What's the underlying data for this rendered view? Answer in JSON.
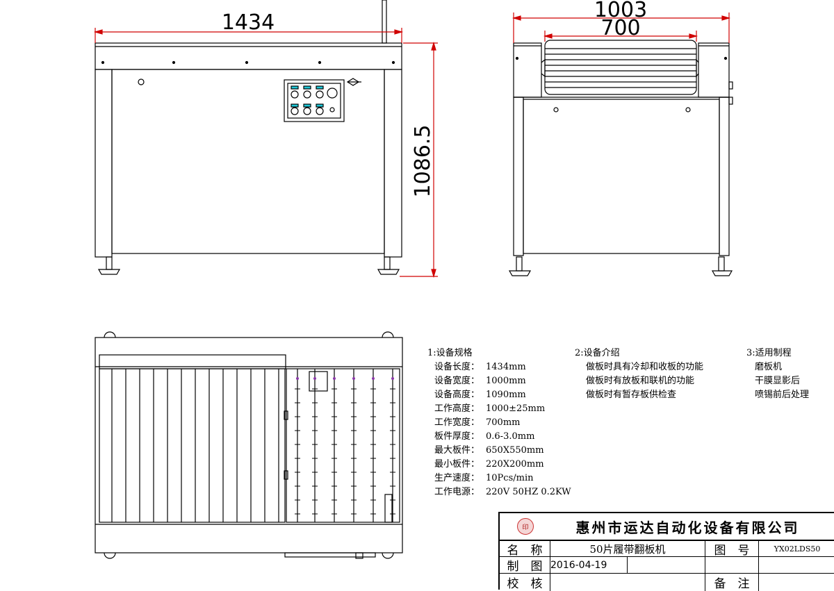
{
  "dimensions": {
    "front_width": "1434",
    "front_height": "1086.5",
    "side_width": "1003",
    "work_width": "700"
  },
  "notes": {
    "specs": {
      "heading": "1:设备规格",
      "items": [
        {
          "label": "设备长度：",
          "value": "1434mm"
        },
        {
          "label": "设备宽度：",
          "value": "1000mm"
        },
        {
          "label": "设备高度：",
          "value": "1090mm"
        },
        {
          "label": "工作高度：",
          "value": "1000±25mm"
        },
        {
          "label": "工作宽度：",
          "value": "700mm"
        },
        {
          "label": "板件厚度：",
          "value": "0.6-3.0mm"
        },
        {
          "label": "最大板件：",
          "value": "650X550mm"
        },
        {
          "label": "最小板件：",
          "value": "220X200mm"
        },
        {
          "label": "生产速度：",
          "value": "10Pcs/min"
        },
        {
          "label": "工作电源：",
          "value": "220V  50HZ  0.2KW"
        }
      ]
    },
    "intro": {
      "heading": "2:设备介绍",
      "items": [
        "做板时具有冷却和收板的功能",
        "做板时有放板和联机的功能",
        "做板时有暂存板供检查"
      ]
    },
    "process": {
      "heading": "3:适用制程",
      "items": [
        "磨板机",
        "干膜显影后",
        "喷锡前后处理"
      ]
    }
  },
  "title_block": {
    "company": "惠州市运达自动化设备有限公司",
    "name_label": "名　称",
    "name_value": "50片履带翻板机",
    "drawing_no_label": "图　号",
    "drawing_no_value": "YX02LDS50",
    "drawn_label": "制　图",
    "drawn_value": "2016-04-19",
    "check_label": "校　核",
    "remark_label": "备　注",
    "seal_text": "印"
  },
  "colors": {
    "dimension_red": "#d00000",
    "accent_cyan": "#1ec8d8"
  }
}
